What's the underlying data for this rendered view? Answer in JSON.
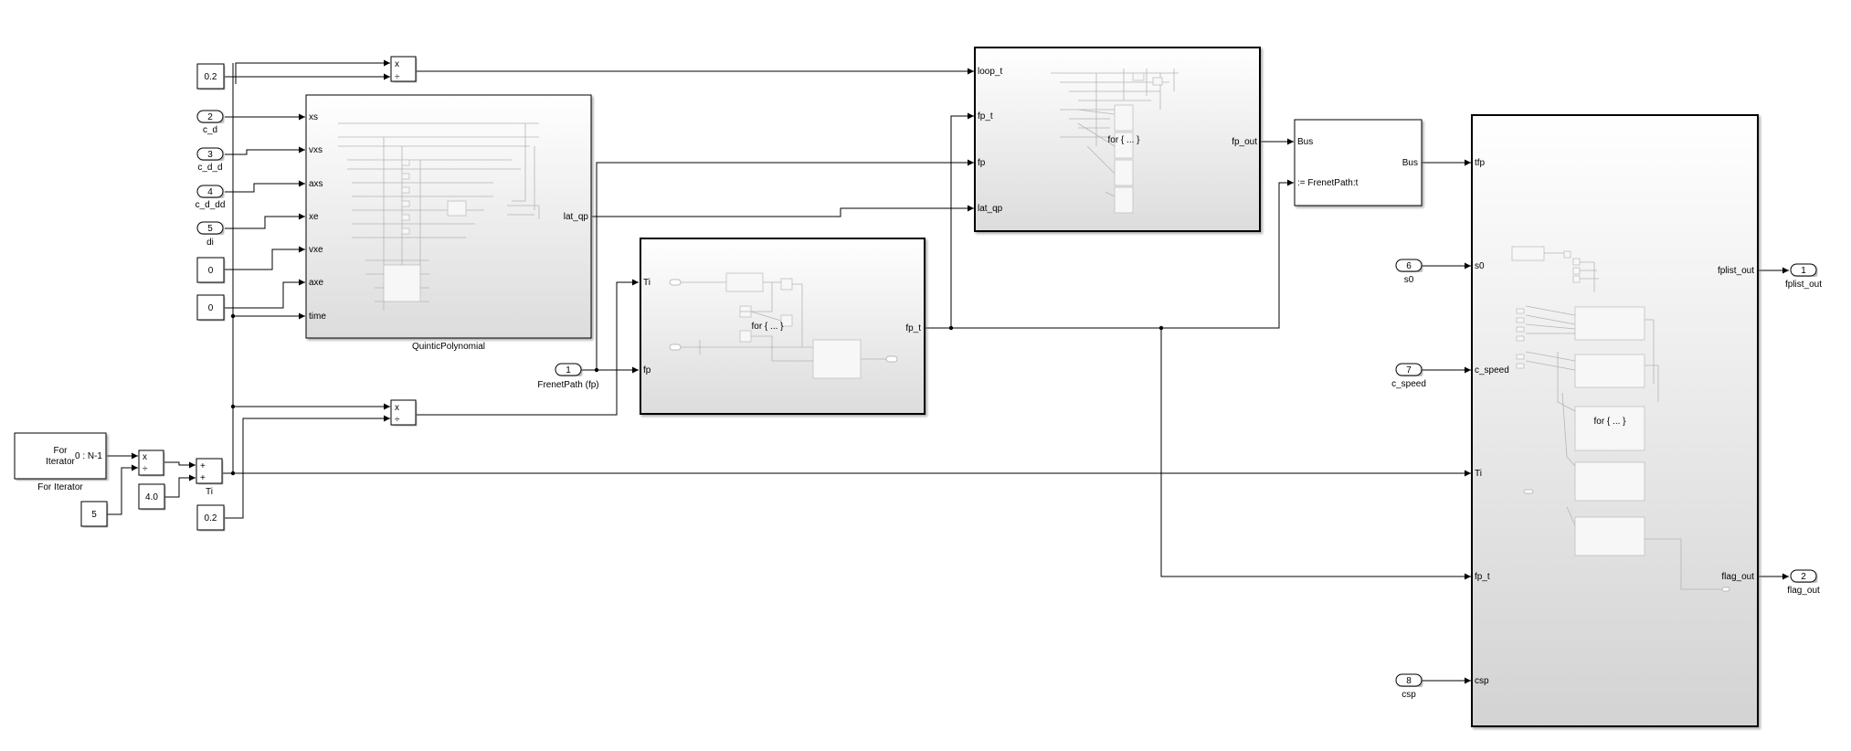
{
  "constants": {
    "c_top": "0.2",
    "c_vxe": "0",
    "c_axe": "0",
    "c_bottom": "0.2",
    "c_five": "5",
    "c_four": "4.0"
  },
  "inports": [
    {
      "num": "2",
      "name": "c_d"
    },
    {
      "num": "3",
      "name": "c_d_d"
    },
    {
      "num": "4",
      "name": "c_d_dd"
    },
    {
      "num": "5",
      "name": "di"
    },
    {
      "num": "1",
      "name": "FrenetPath (fp)"
    },
    {
      "num": "6",
      "name": "s0"
    },
    {
      "num": "7",
      "name": "c_speed"
    },
    {
      "num": "8",
      "name": "csp"
    }
  ],
  "outports": [
    {
      "num": "1",
      "name": "fplist_out"
    },
    {
      "num": "2",
      "name": "flag_out"
    }
  ],
  "quintic": {
    "name": "QuinticPolynomial",
    "ports_in": [
      "xs",
      "vxs",
      "axs",
      "xe",
      "vxe",
      "axe",
      "time"
    ],
    "port_out": "lat_qp"
  },
  "middle_sub": {
    "ports_in": [
      "Ti",
      "fp"
    ],
    "port_out": "fp_t",
    "inner_label": "for { ... }"
  },
  "top_sub": {
    "ports_in": [
      "loop_t",
      "fp_t",
      "fp",
      "lat_qp"
    ],
    "port_out": "fp_out",
    "inner_label": "for { ... }"
  },
  "bus": {
    "in1": "Bus",
    "in2": ":= FrenetPath:t",
    "out": "Bus"
  },
  "right_sub": {
    "ports_in": [
      "tfp",
      "s0",
      "c_speed",
      "Ti",
      "fp_t",
      "csp"
    ],
    "ports_out": [
      "fplist_out",
      "flag_out"
    ],
    "inner_label": "for { ... }"
  },
  "for_iter": {
    "line1": "For",
    "line2": "Iterator",
    "range": "0 : N-1",
    "name": "For Iterator"
  },
  "product_signs": {
    "times": "x",
    "div": "÷"
  },
  "sum": {
    "plus": "+",
    "name": "Ti"
  }
}
